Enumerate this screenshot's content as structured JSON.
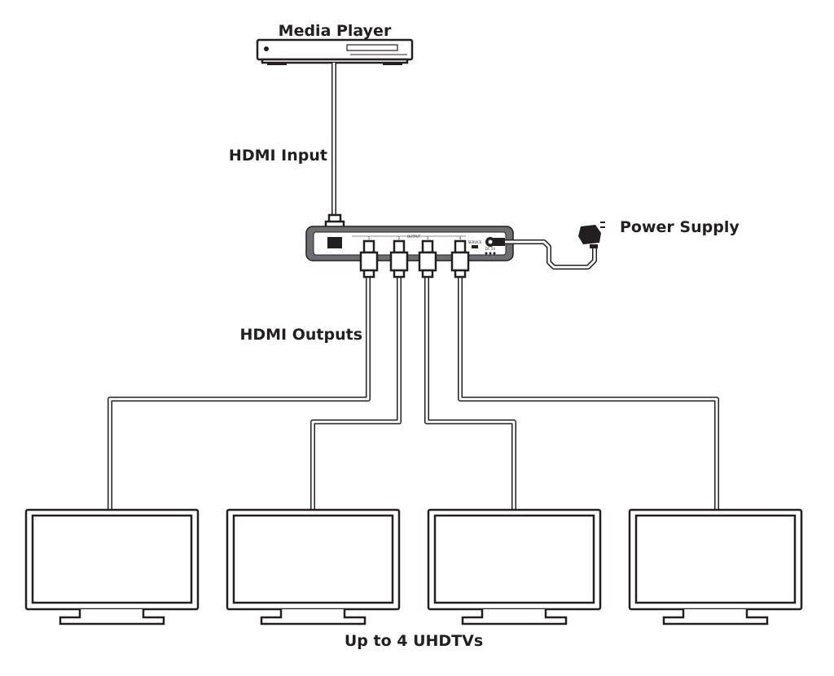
{
  "labels": {
    "media_player": "Media Player",
    "hdmi_input": "HDMI Input",
    "power_supply": "Power Supply",
    "hdmi_outputs": "HDMI Outputs",
    "uhdtvs": "Up to 4 UHDTVs"
  },
  "device": {
    "output_label": "OUTPUT",
    "service_label": "SERVICE",
    "dc_label": "DC 5V",
    "ports": [
      "1",
      "2",
      "3",
      "4"
    ]
  },
  "colors": {
    "line": "#231f20",
    "device_body": "#6d6e71",
    "device_face": "#ffffff"
  }
}
